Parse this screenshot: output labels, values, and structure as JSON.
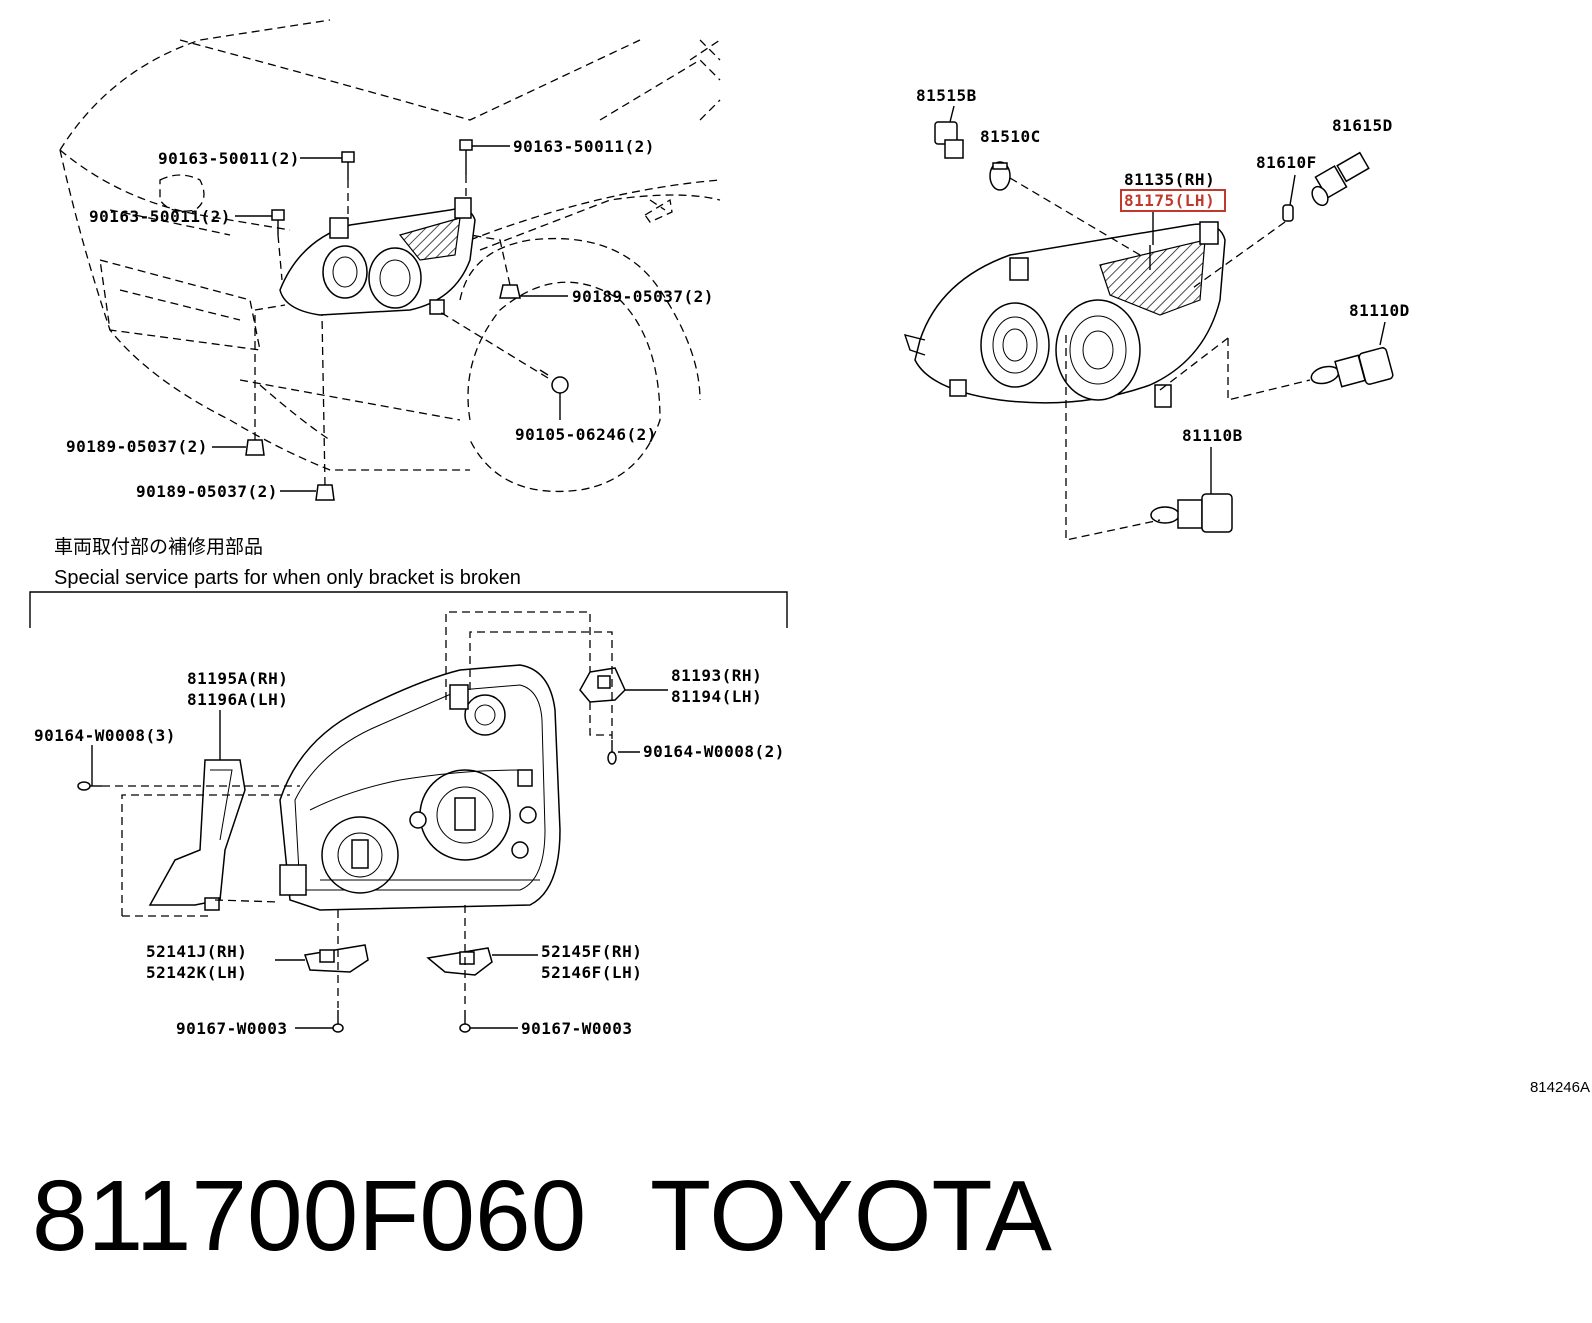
{
  "callouts": {
    "c1": "90163-50011(2)",
    "c2": "90163-50011(2)",
    "c3": "90163-50011(2)",
    "c4": "90189-05037(2)",
    "c5": "90105-06246(2)",
    "c6": "90189-05037(2)",
    "c7": "90189-05037(2)",
    "c8": "81515B",
    "c9": "81510C",
    "c10": "81615D",
    "c11": "81135(RH)",
    "c12": "81175(LH)",
    "c13": "81610F",
    "c14": "81110D",
    "c15": "81110B",
    "c16": "81195A(RH)",
    "c17": "81196A(LH)",
    "c18": "90164-W0008(3)",
    "c19": "81193(RH)",
    "c20": "81194(LH)",
    "c21": "90164-W0008(2)",
    "c22": "52141J(RH)",
    "c23": "52142K(LH)",
    "c24": "52145F(RH)",
    "c25": "52146F(LH)",
    "c26": "90167-W0003",
    "c27": "90167-W0003"
  },
  "note": {
    "japanese": "車両取付部の補修用部品",
    "english": "Special service parts for when only bracket is broken"
  },
  "diagram_ref": "814246A",
  "footer": {
    "part_number": "811700F060",
    "brand": "TOYOTA"
  },
  "colors": {
    "highlight": "#c0392b"
  }
}
